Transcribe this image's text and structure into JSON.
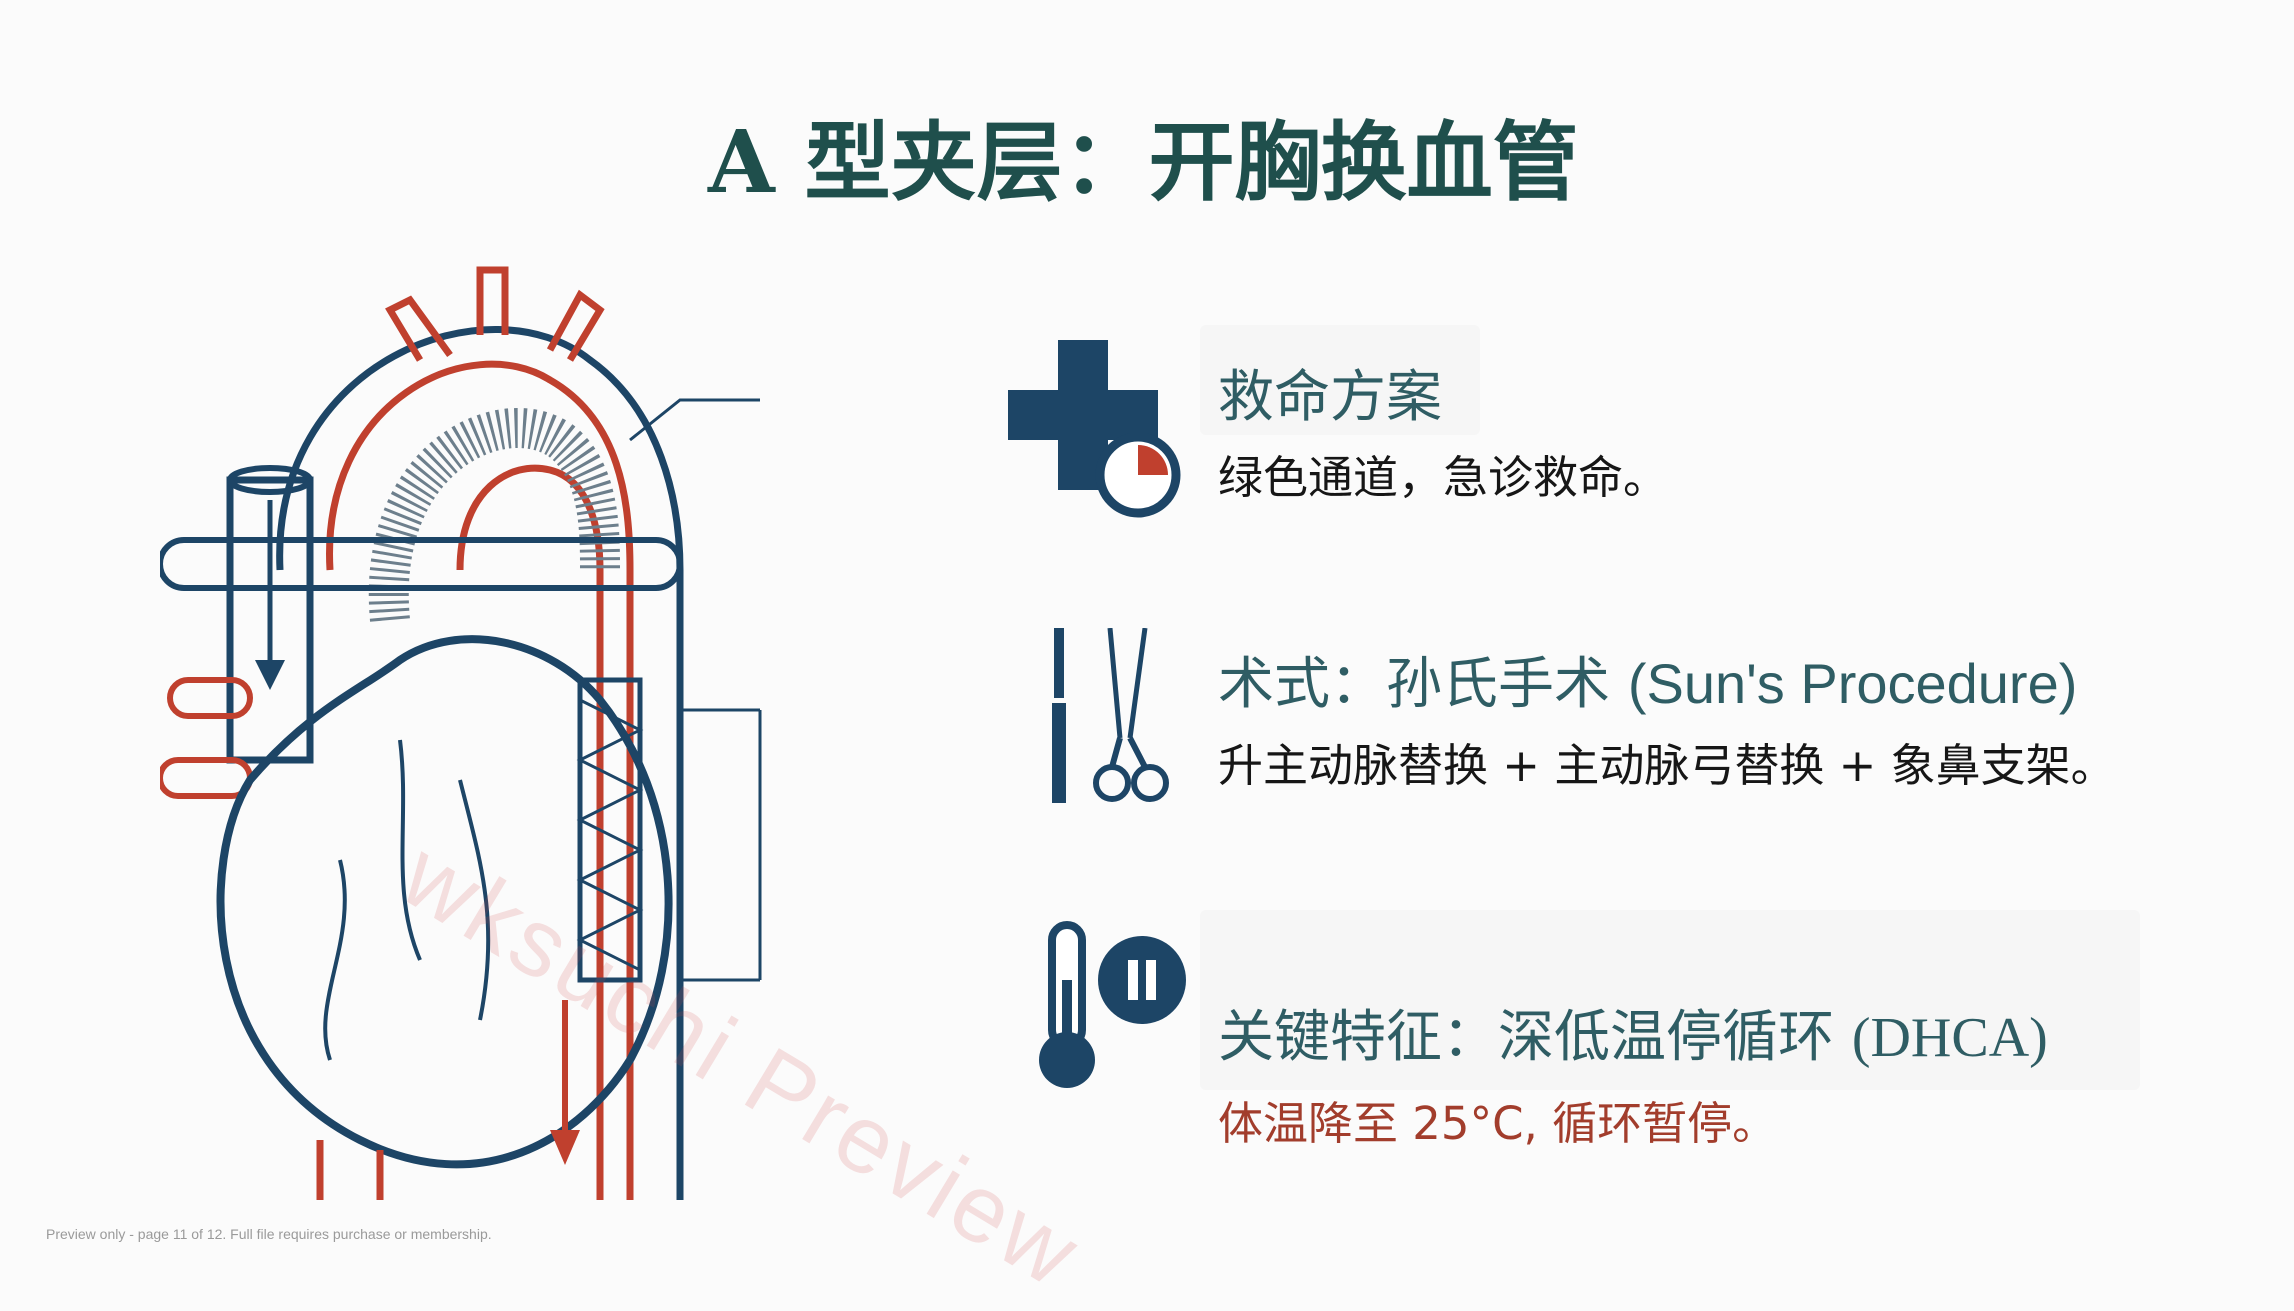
{
  "slide": {
    "title": "A 型夹层：开胸换血管",
    "items": [
      {
        "heading": "救命方案",
        "description": "绿色通道，急诊救命。",
        "icon": "medical-cross-stopwatch-icon"
      },
      {
        "heading_zh": "术式：孙氏手术",
        "heading_en": "(Sun's  Procedure)",
        "description": "升主动脉替换 + 主动脉弓替换 + 象鼻支架。",
        "icon": "scalpel-scissors-icon"
      },
      {
        "heading_zh": "关键特征：深低温停循环",
        "heading_en": "(DHCA)",
        "description": "体温降至 25°C, 循环暂停。",
        "icon": "thermometer-pause-icon"
      }
    ],
    "watermark": "wksuchi Preview",
    "footer": "Preview only - page 11 of 12. Full file requires purchase or membership."
  },
  "colors": {
    "title": "#1f4f4c",
    "heading": "#2f5d64",
    "navy": "#1d4566",
    "red": "#c0402e",
    "accent_text_red": "#a23d2c"
  }
}
